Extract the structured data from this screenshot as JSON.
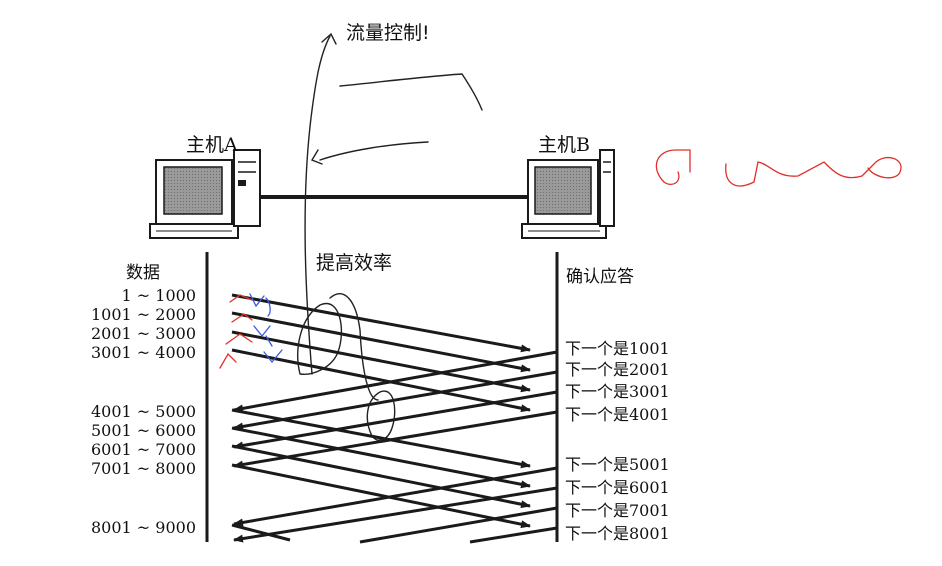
{
  "annotations": {
    "flow_control": "流量控制!",
    "improve_efficiency": "提高效率"
  },
  "hosts": {
    "a": {
      "label": "主机A"
    },
    "b": {
      "label": "主机B"
    }
  },
  "sender": {
    "heading": "数据",
    "segments": [
      "1 ~ 1000",
      "1001 ~ 2000",
      "2001 ~ 3000",
      "3001 ~ 4000",
      "4001 ~ 5000",
      "5001 ~ 6000",
      "6001 ~ 7000",
      "7001 ~ 8000",
      "8001 ~ 9000"
    ]
  },
  "receiver": {
    "heading": "确认应答",
    "acks": [
      "下一个是1001",
      "下一个是2001",
      "下一个是3001",
      "下一个是4001",
      "下一个是5001",
      "下一个是6001",
      "下一个是7001",
      "下一个是8001"
    ]
  },
  "colors": {
    "ink": "#1a1a1a",
    "pencil": "#222222",
    "red_scribble": "#e0302a",
    "blue_scribble": "#3a5ad8",
    "screen": "#8c8c8c"
  }
}
